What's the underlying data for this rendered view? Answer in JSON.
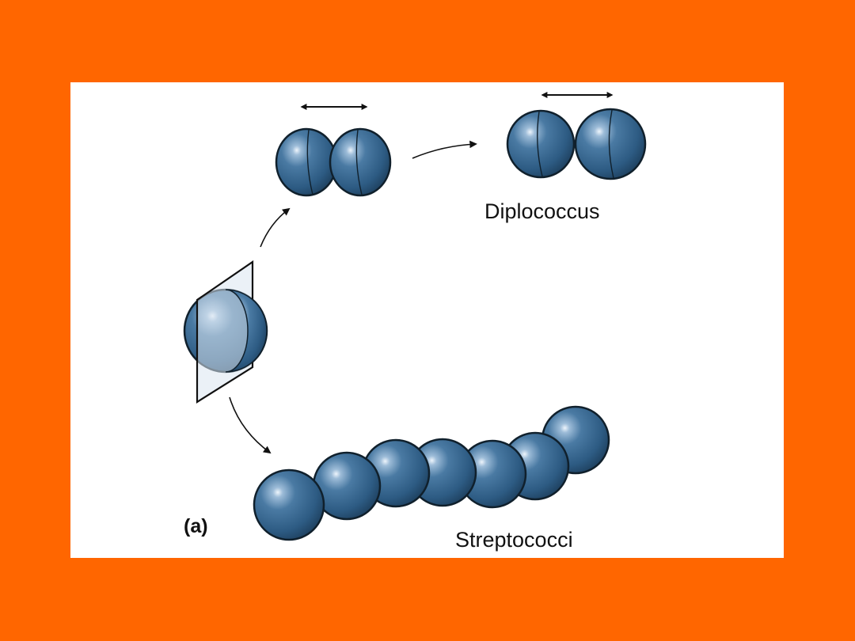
{
  "colors": {
    "background": "#ff6600",
    "panel": "#ffffff",
    "coccus": "#2f5f88",
    "outline": "#10202c"
  },
  "diagram": {
    "panel_label": "(a)",
    "labels": {
      "diplococcus": "Diplococcus",
      "streptococci": "Streptococci"
    }
  }
}
